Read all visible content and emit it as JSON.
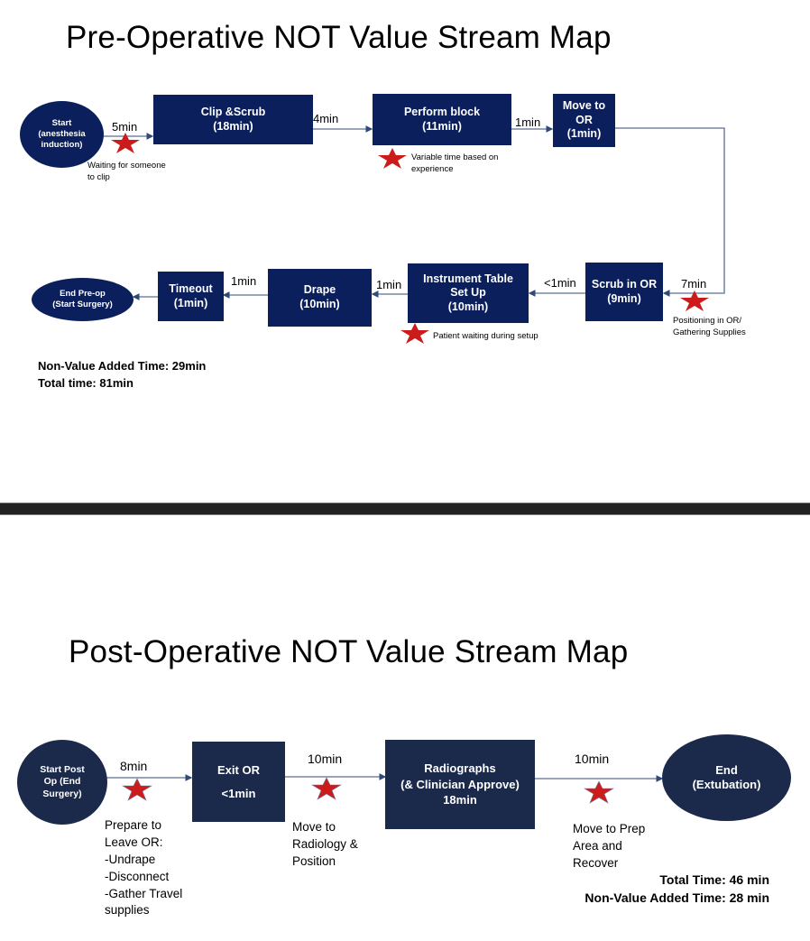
{
  "pre_op": {
    "title": "Pre-Operative NOT Value Stream Map",
    "nodes": [
      {
        "id": "start",
        "shape": "ellipse",
        "lines": [
          "Start",
          "(anesthesia",
          "induction)"
        ]
      },
      {
        "id": "clip-scrub",
        "shape": "box",
        "lines": [
          "Clip &Scrub",
          "(18min)"
        ]
      },
      {
        "id": "perform-block",
        "shape": "box",
        "lines": [
          "Perform block",
          "(11min)"
        ]
      },
      {
        "id": "move-to-or",
        "shape": "box",
        "lines": [
          "Move to",
          "OR",
          "(1min)"
        ]
      },
      {
        "id": "scrub-in-or",
        "shape": "box",
        "lines": [
          "Scrub in OR",
          "(9min)"
        ]
      },
      {
        "id": "instrument-table",
        "shape": "box",
        "lines": [
          "Instrument Table",
          "Set Up",
          "(10min)"
        ]
      },
      {
        "id": "drape",
        "shape": "box",
        "lines": [
          "Drape",
          "(10min)"
        ]
      },
      {
        "id": "timeout",
        "shape": "box",
        "lines": [
          "Timeout",
          "(1min)"
        ]
      },
      {
        "id": "end-pre-op",
        "shape": "ellipse",
        "lines": [
          "End Pre-op",
          "(Start Surgery)"
        ]
      }
    ],
    "transitions": [
      {
        "from": "start",
        "to": "clip-scrub",
        "time": "5min"
      },
      {
        "from": "clip-scrub",
        "to": "perform-block",
        "time": "4min"
      },
      {
        "from": "perform-block",
        "to": "move-to-or",
        "time": "1min"
      },
      {
        "from": "move-to-or",
        "to": "scrub-in-or",
        "time": "7min"
      },
      {
        "from": "scrub-in-or",
        "to": "instrument-table",
        "time": "<1min"
      },
      {
        "from": "instrument-table",
        "to": "drape",
        "time": "1min"
      },
      {
        "from": "drape",
        "to": "timeout",
        "time": "1min"
      },
      {
        "from": "timeout",
        "to": "end-pre-op",
        "time": ""
      }
    ],
    "waste_notes": [
      {
        "lines": [
          "Waiting for someone",
          "to clip"
        ]
      },
      {
        "lines": [
          "Variable time based on",
          "experience"
        ]
      },
      {
        "lines": [
          "Positioning in OR/",
          "Gathering Supplies"
        ]
      },
      {
        "lines": [
          "Patient waiting during setup"
        ]
      }
    ],
    "summary": [
      "Non-Value Added Time: 29min",
      "Total time: 81min"
    ]
  },
  "post_op": {
    "title": "Post-Operative NOT Value Stream Map",
    "nodes": [
      {
        "id": "start-post-op",
        "shape": "circle",
        "lines": [
          "Start Post",
          "Op (End",
          "Surgery)"
        ]
      },
      {
        "id": "exit-or",
        "shape": "box",
        "lines": [
          "Exit OR",
          "<1min"
        ]
      },
      {
        "id": "radiographs",
        "shape": "box",
        "lines": [
          "Radiographs",
          "(& Clinician Approve)",
          "18min"
        ]
      },
      {
        "id": "end",
        "shape": "ellipse",
        "lines": [
          "End",
          "(Extubation)"
        ]
      }
    ],
    "transitions": [
      {
        "from": "start-post-op",
        "to": "exit-or",
        "time": "8min"
      },
      {
        "from": "exit-or",
        "to": "radiographs",
        "time": "10min"
      },
      {
        "from": "radiographs",
        "to": "end",
        "time": "10min"
      }
    ],
    "waste_notes": [
      {
        "lines": [
          "Prepare to",
          "Leave OR:",
          "-Undrape",
          "-Disconnect",
          "-Gather Travel",
          "supplies"
        ]
      },
      {
        "lines": [
          "Move to",
          "Radiology &",
          "Position"
        ]
      },
      {
        "lines": [
          "Move to Prep",
          "Area and",
          "Recover"
        ]
      }
    ],
    "summary": [
      "Total Time: 46 min",
      "Non-Value Added Time: 28 min"
    ]
  },
  "colors": {
    "pre_node": "#0a1f5c",
    "post_node": "#1b2a4a",
    "waste_star": "#cc1b1b",
    "connector": "#5a6f8f",
    "divider": "#222222"
  }
}
